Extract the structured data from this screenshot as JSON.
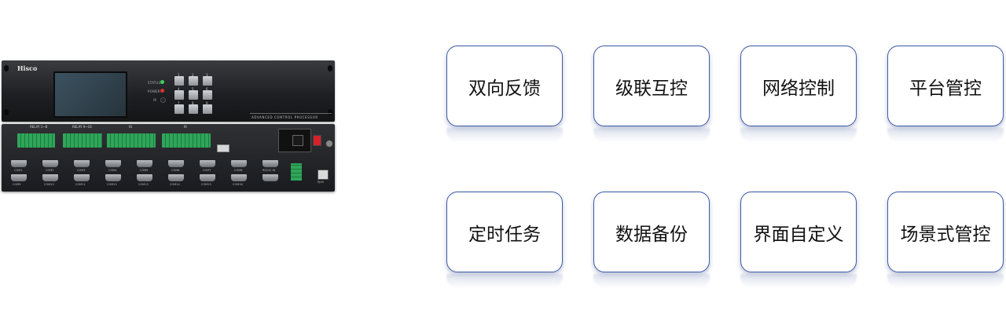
{
  "device": {
    "brand": "Hisco",
    "front_caption": "ADVANCED CONTROL PROCESSOR",
    "led_labels": [
      "STATUS",
      "POWER",
      "IR"
    ],
    "key_numbers": [
      "1",
      "2",
      "3",
      "4",
      "5",
      "6",
      "7",
      "8",
      "9"
    ],
    "rear_labels": {
      "relay1": "RELAY 1~8",
      "relay2": "RELAY 9~16",
      "io": "IO",
      "ir": "IR",
      "com": [
        "COM1",
        "COM2",
        "COM3",
        "COM4",
        "COM5",
        "COM6",
        "COM7",
        "COM8",
        "COM9",
        "COM10",
        "COM11",
        "COM12",
        "COM13",
        "COM14",
        "COM15",
        "COM16"
      ],
      "rs232": "RS232 IN",
      "rj45": "RJ45"
    },
    "colors": {
      "terminal": "#2fa65a",
      "switch": "#d4222a",
      "status_led": "#3ccf5a",
      "power_led": "#e03030"
    }
  },
  "features": [
    {
      "label": "双向反馈"
    },
    {
      "label": "级联互控"
    },
    {
      "label": "网络控制"
    },
    {
      "label": "平台管控"
    },
    {
      "label": "定时任务"
    },
    {
      "label": "数据备份"
    },
    {
      "label": "界面自定义"
    },
    {
      "label": "场景式管控"
    }
  ],
  "colors": {
    "card_border": "#3f5aa6",
    "text": "#111111"
  }
}
